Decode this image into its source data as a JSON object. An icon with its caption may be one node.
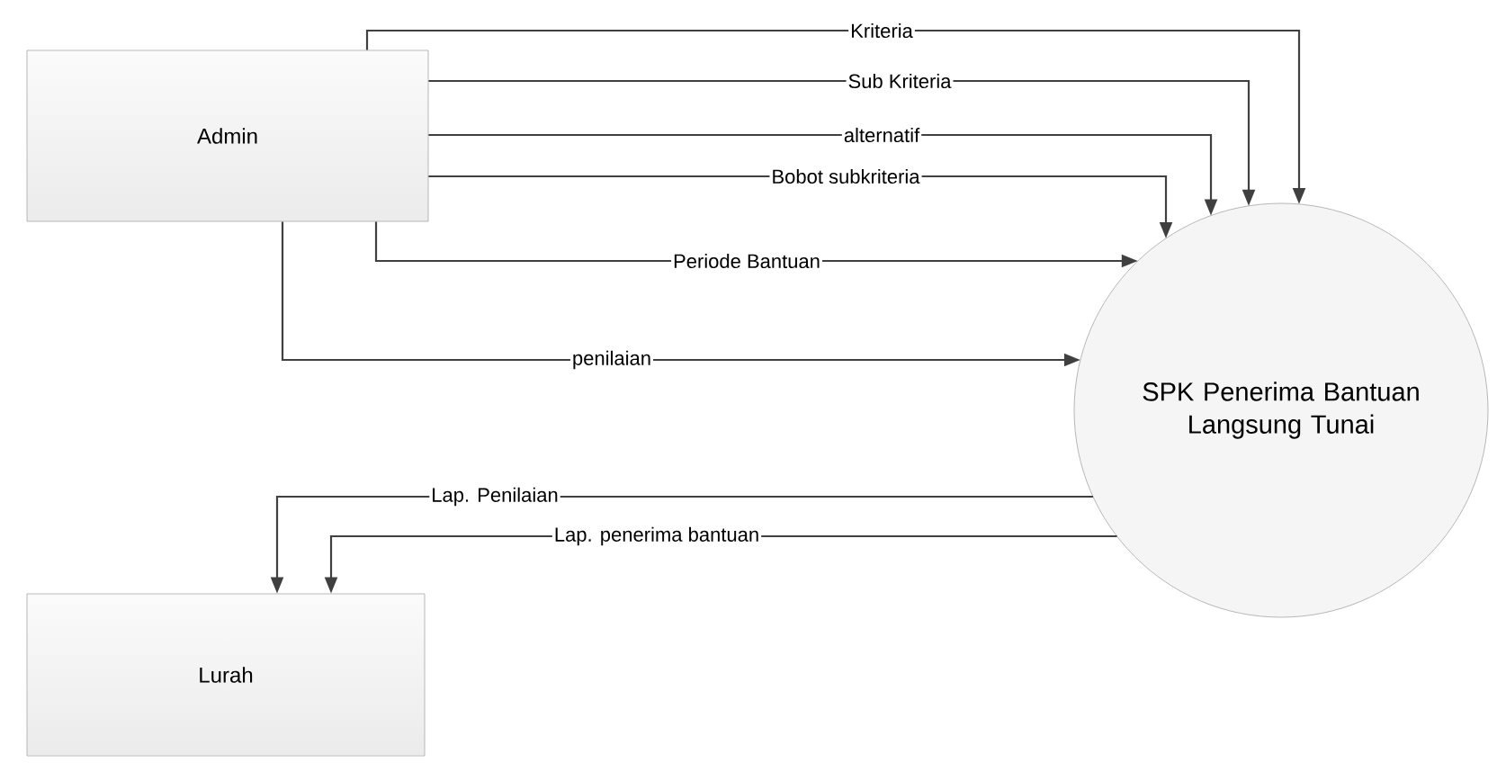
{
  "diagram": {
    "nodes": [
      {
        "text": [
          "Admin"
        ]
      },
      {
        "text": [
          "SPK Penerima Bantuan Langsung Tunai"
        ]
      },
      {
        "text": [
          "Lurah"
        ]
      }
    ],
    "edges": [
      {
        "from": 0,
        "to": 1,
        "arrow": "to",
        "label": "Kriteria"
      },
      {
        "from": 0,
        "to": 1,
        "arrow": "to",
        "label": "Sub Kriteria"
      },
      {
        "from": 0,
        "to": 1,
        "arrow": "to",
        "label": "alternatif"
      },
      {
        "from": 0,
        "to": 1,
        "arrow": "to",
        "label": "Bobot subkriteria"
      },
      {
        "from": 0,
        "to": 1,
        "arrow": "to",
        "label": "Periode Bantuan"
      },
      {
        "from": 0,
        "to": 1,
        "arrow": "to",
        "label": "penilaian"
      },
      {
        "from": 1,
        "to": 2,
        "arrow": "to",
        "label": "Lap. Penilaian"
      },
      {
        "from": 1,
        "to": 2,
        "arrow": "to",
        "label": "Lap. penerima bantuan"
      }
    ]
  }
}
